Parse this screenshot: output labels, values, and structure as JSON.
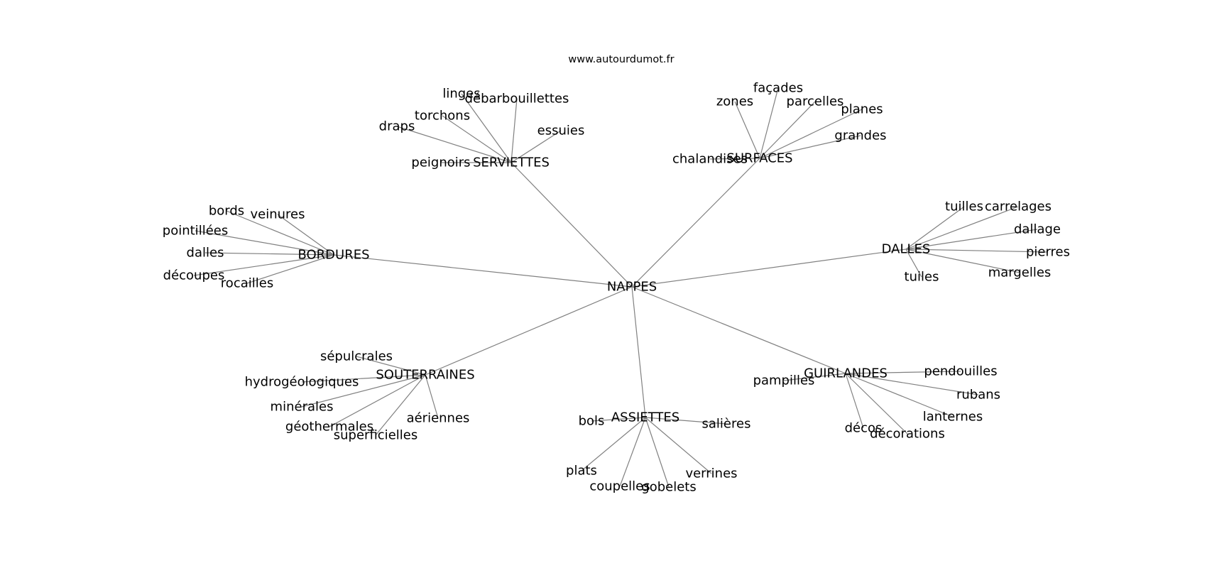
{
  "header": {
    "site": "www.autourdumot.fr"
  },
  "graph": {
    "center": "NAPPES",
    "clusters": [
      {
        "hub": "SERVIETTES",
        "leaves": [
          "peignoirs",
          "draps",
          "torchons",
          "linges",
          "débarbouillettes",
          "essuies"
        ]
      },
      {
        "hub": "SURFACES",
        "leaves": [
          "chalandises",
          "zones",
          "façades",
          "parcelles",
          "planes",
          "grandes"
        ]
      },
      {
        "hub": "BORDURES",
        "leaves": [
          "bords",
          "veinures",
          "pointillées",
          "dalles",
          "découpes",
          "rocailles"
        ]
      },
      {
        "hub": "DALLES",
        "leaves": [
          "tuilles",
          "carrelages",
          "dallage",
          "pierres",
          "margelles",
          "tuiles"
        ]
      },
      {
        "hub": "SOUTERRAINES",
        "leaves": [
          "sépulcrales",
          "hydrogéologiques",
          "minérales",
          "géothermales",
          "superficielles",
          "aériennes"
        ]
      },
      {
        "hub": "ASSIETTES",
        "leaves": [
          "bols",
          "salières",
          "plats",
          "coupelles",
          "gobelets",
          "verrines"
        ]
      },
      {
        "hub": "GUIRLANDES",
        "leaves": [
          "pampilles",
          "pendouilles",
          "rubans",
          "lanternes",
          "décorations",
          "décos"
        ]
      }
    ]
  },
  "colors": {
    "edge": "#808080",
    "text": "#000000",
    "background": "#ffffff"
  }
}
